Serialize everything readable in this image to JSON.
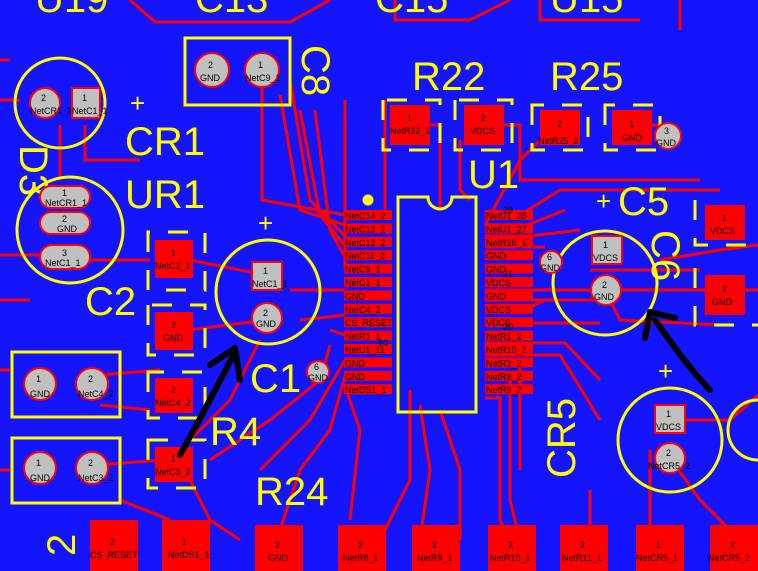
{
  "designators": {
    "top_left": "U19",
    "top_c13": "C13",
    "top_c15": "C15",
    "top_right": "U15",
    "c8": "C8",
    "r22": "R22",
    "r25": "R25",
    "cr1": "CR1",
    "ur1": "UR1",
    "d3": "D3",
    "u1": "U1",
    "c5": "C5",
    "c6": "C6",
    "c2": "C2",
    "c1": "C1",
    "r4": "R4",
    "cr5": "CR5",
    "r24": "R24",
    "bottom_left": "2"
  },
  "plus_marks": [
    "+",
    "+",
    "+",
    "+"
  ],
  "pads": {
    "c9_1": {
      "num": "2",
      "net": "GND"
    },
    "c9_2": {
      "num": "1",
      "net": "NetC9_1"
    },
    "r22_1": {
      "num": "1",
      "net": "NetR22_1"
    },
    "r22_2": {
      "num": "2",
      "net": "VDCS"
    },
    "r25_1": {
      "num": "2",
      "net": "NetR25_2"
    },
    "r25_2": {
      "num": "1",
      "net": "GND"
    },
    "r25_3": {
      "num": "3",
      "net": "GND"
    },
    "cr1_1": {
      "num": "2",
      "net": "NetCR1_2"
    },
    "cr1_2": {
      "num": "1",
      "net": "NetC1_1"
    },
    "ur1_1": {
      "num": "1",
      "net": "NetCR1_1"
    },
    "ur1_2": {
      "num": "2",
      "net": "GND"
    },
    "ur1_3": {
      "num": "3",
      "net": "NetC1_1"
    },
    "c2_1": {
      "num": "1",
      "net": "NetC1_1"
    },
    "c2_2": {
      "num": "2",
      "net": "GND"
    },
    "c1_1": {
      "num": "1",
      "net": "NetC1_1"
    },
    "c1_2": {
      "num": "2",
      "net": "GND"
    },
    "c1_6": {
      "num": "6",
      "net": "GND"
    },
    "c4_1": {
      "num": "1",
      "net": "GND"
    },
    "c4_2": {
      "num": "2",
      "net": "NetC4_2"
    },
    "c4_pad": {
      "num": "2",
      "net": "NetC4_2"
    },
    "c3_1": {
      "num": "1",
      "net": "GND"
    },
    "c3_2": {
      "num": "2",
      "net": "NetC3_2"
    },
    "c3_pad": {
      "num": "1",
      "net": "NetC3_2"
    },
    "c5_1": {
      "num": "1",
      "net": "VDCS"
    },
    "c5_2": {
      "num": "2",
      "net": "GND"
    },
    "c5_6": {
      "num": "6",
      "net": "GND"
    },
    "c6_1": {
      "num": "1",
      "net": "VDCS"
    },
    "c6_2": {
      "num": "2",
      "net": "GND"
    },
    "cr5_1": {
      "num": "1",
      "net": "VDCS"
    },
    "cr5_2": {
      "num": "2",
      "net": "NetCR5_2"
    },
    "b1": {
      "num": "2",
      "net": "CS_RESET"
    },
    "b2": {
      "num": "1",
      "net": "NetDS1_1"
    },
    "b3": {
      "num": "2",
      "net": "GND"
    },
    "b4": {
      "num": "2",
      "net": "NetR8_1"
    },
    "b5": {
      "num": "2",
      "net": "NetR9_1"
    },
    "b6": {
      "num": "2",
      "net": "NetR10_1"
    },
    "b7": {
      "num": "2",
      "net": "NetR11_1"
    },
    "b8": {
      "num": "1",
      "net": "NetCR5_1"
    },
    "b9": {
      "num": "2",
      "net": "NetCR5_2"
    }
  },
  "u1_left_pins": [
    "NetC14_2",
    "NetC13_2",
    "NetC12_2",
    "NetC11_2",
    "NetC9_1",
    "NetC1_1",
    "GND",
    "NetC4_2",
    "CS_RESET",
    "NetR1_1",
    "NetU1_11",
    "GND",
    "GND",
    "NetDS1_1"
  ],
  "u1_right_pins": [
    "NetU1_28",
    "NetU1_27",
    "NetR26_1",
    "GND",
    "GND",
    "VDCS",
    "GND",
    "VDCS",
    "VDCS",
    "NetR1_2",
    "NetR10_2",
    "NetR2_2",
    "NetR8_2",
    "NetR9_2"
  ],
  "u1_pin_numbers": {
    "top_right": "28",
    "right_21": "21",
    "right_20": "20",
    "left_10": "10"
  },
  "colors": {
    "board": "#1414ff",
    "copper": "#ff0000",
    "silkscreen": "#ffff00",
    "via": "#c0c0c0",
    "annotation": "#000000"
  }
}
